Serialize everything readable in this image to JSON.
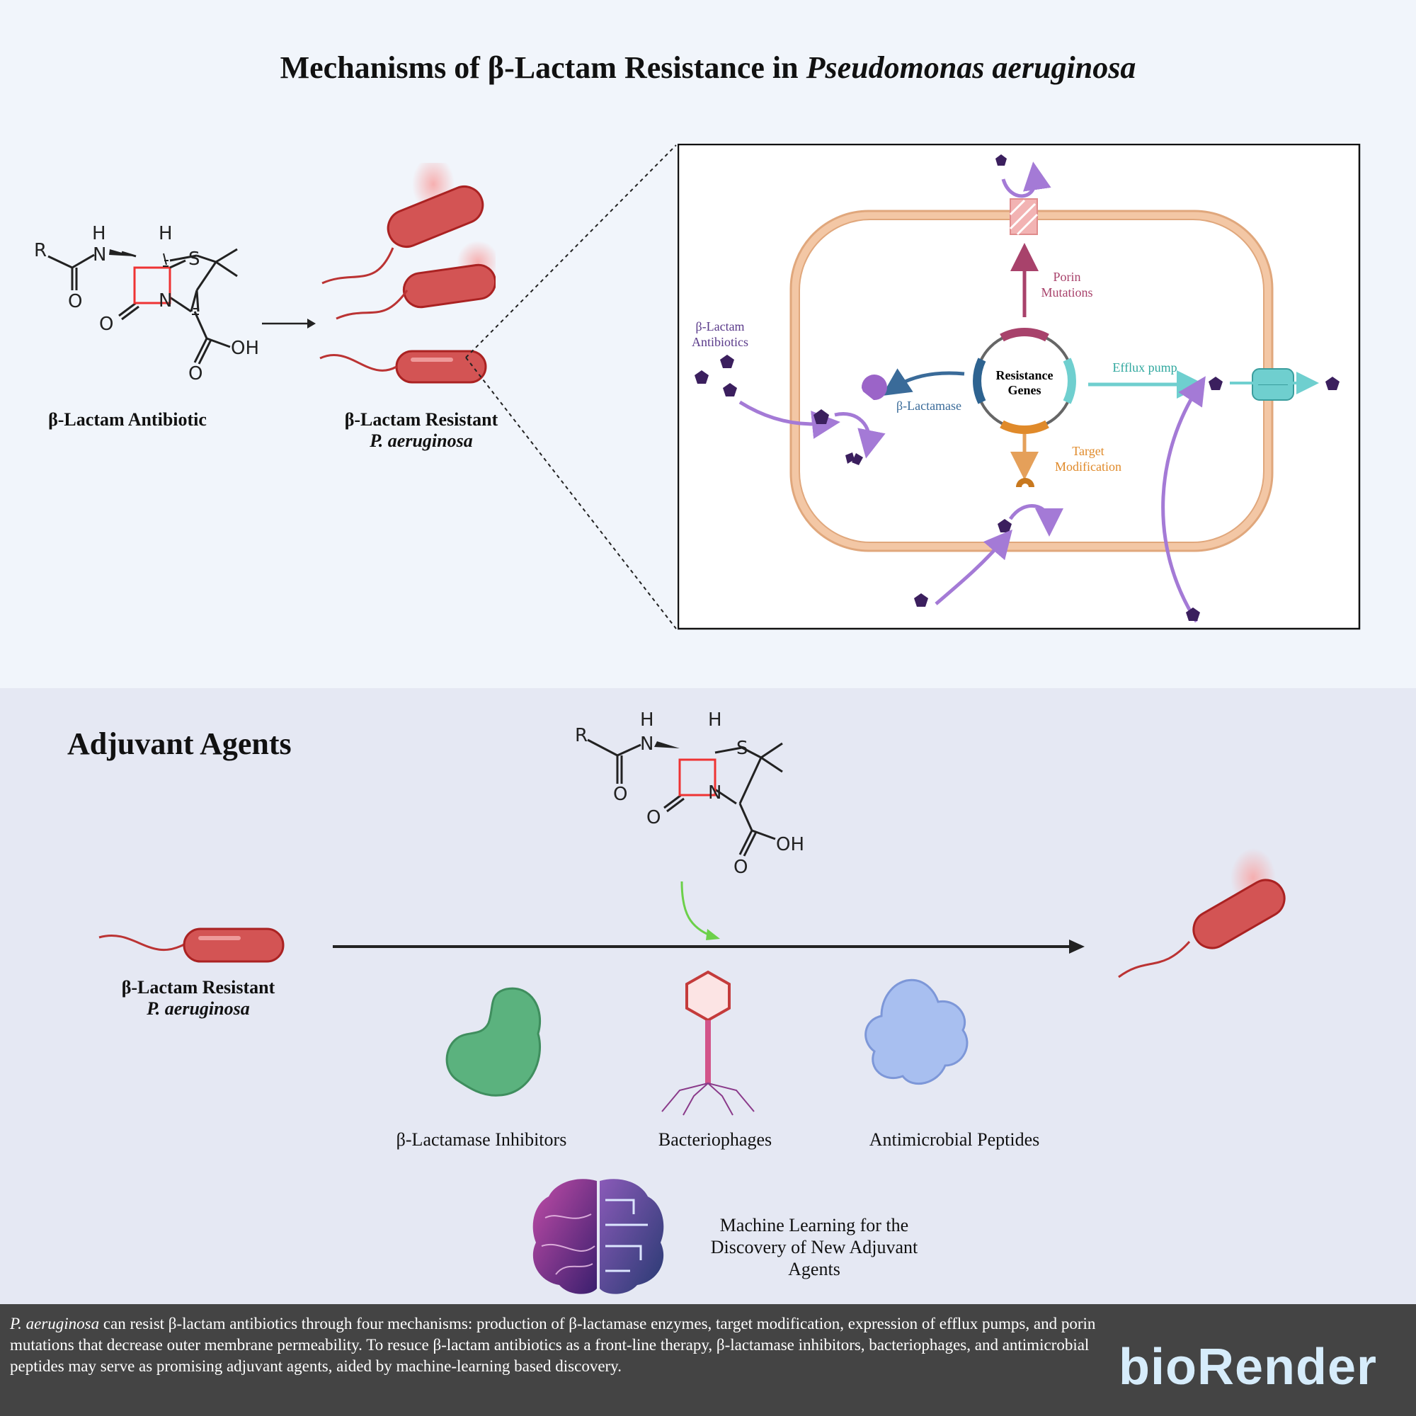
{
  "title": {
    "prefix": "Mechanisms of β-Lactam Resistance in ",
    "italic": "Pseudomonas aeruginosa"
  },
  "top": {
    "antibiotic_label": "β-Lactam Antibiotic",
    "resistant_label_line1": "β-Lactam Resistant",
    "resistant_label_line2": "P. aeruginosa"
  },
  "cell": {
    "resistance_genes": [
      "Resistance",
      "Genes"
    ],
    "porin": [
      "Porin",
      "Mutations"
    ],
    "antibiotics": [
      "β-Lactam",
      "Antibiotics"
    ],
    "beta_lactamase": "β-Lactamase",
    "efflux": "Efflux pump",
    "target": [
      "Target",
      "Modification"
    ]
  },
  "chem": {
    "r": "R",
    "h": "H",
    "n": "N",
    "s": "S",
    "o": "O",
    "oh": "OH"
  },
  "adjuvant": {
    "title": "Adjuvant Agents",
    "resistant_line1": "β-Lactam Resistant",
    "resistant_line2": "P. aeruginosa",
    "inhibitors": "β-Lactamase Inhibitors",
    "phages": "Bacteriophages",
    "peptides": "Antimicrobial Peptides",
    "ml_lines": [
      "Machine Learning for the",
      "Discovery of New Adjuvant",
      "Agents"
    ]
  },
  "caption": {
    "italic": "P. aeruginosa",
    "text": " can resist β-lactam antibiotics through four mechanisms: production of β-lactamase enzymes, target modification, expression of efflux pumps, and porin mutations that decrease outer membrane permeability. To resuce β-lactam antibiotics as a front-line therapy, β-lactamase inhibitors, bacteriophages, and antimicrobial peptides may serve as promising adjuvant agents, aided by machine-learning based discovery."
  },
  "logo": "bioRender",
  "colors": {
    "porin": "#a8426b",
    "efflux": "#2fa79e",
    "target": "#e08a2a",
    "lactamase": "#3a6b99",
    "antibiotic": "#3b1f5e",
    "arrow_purple": "#a47ad6"
  }
}
